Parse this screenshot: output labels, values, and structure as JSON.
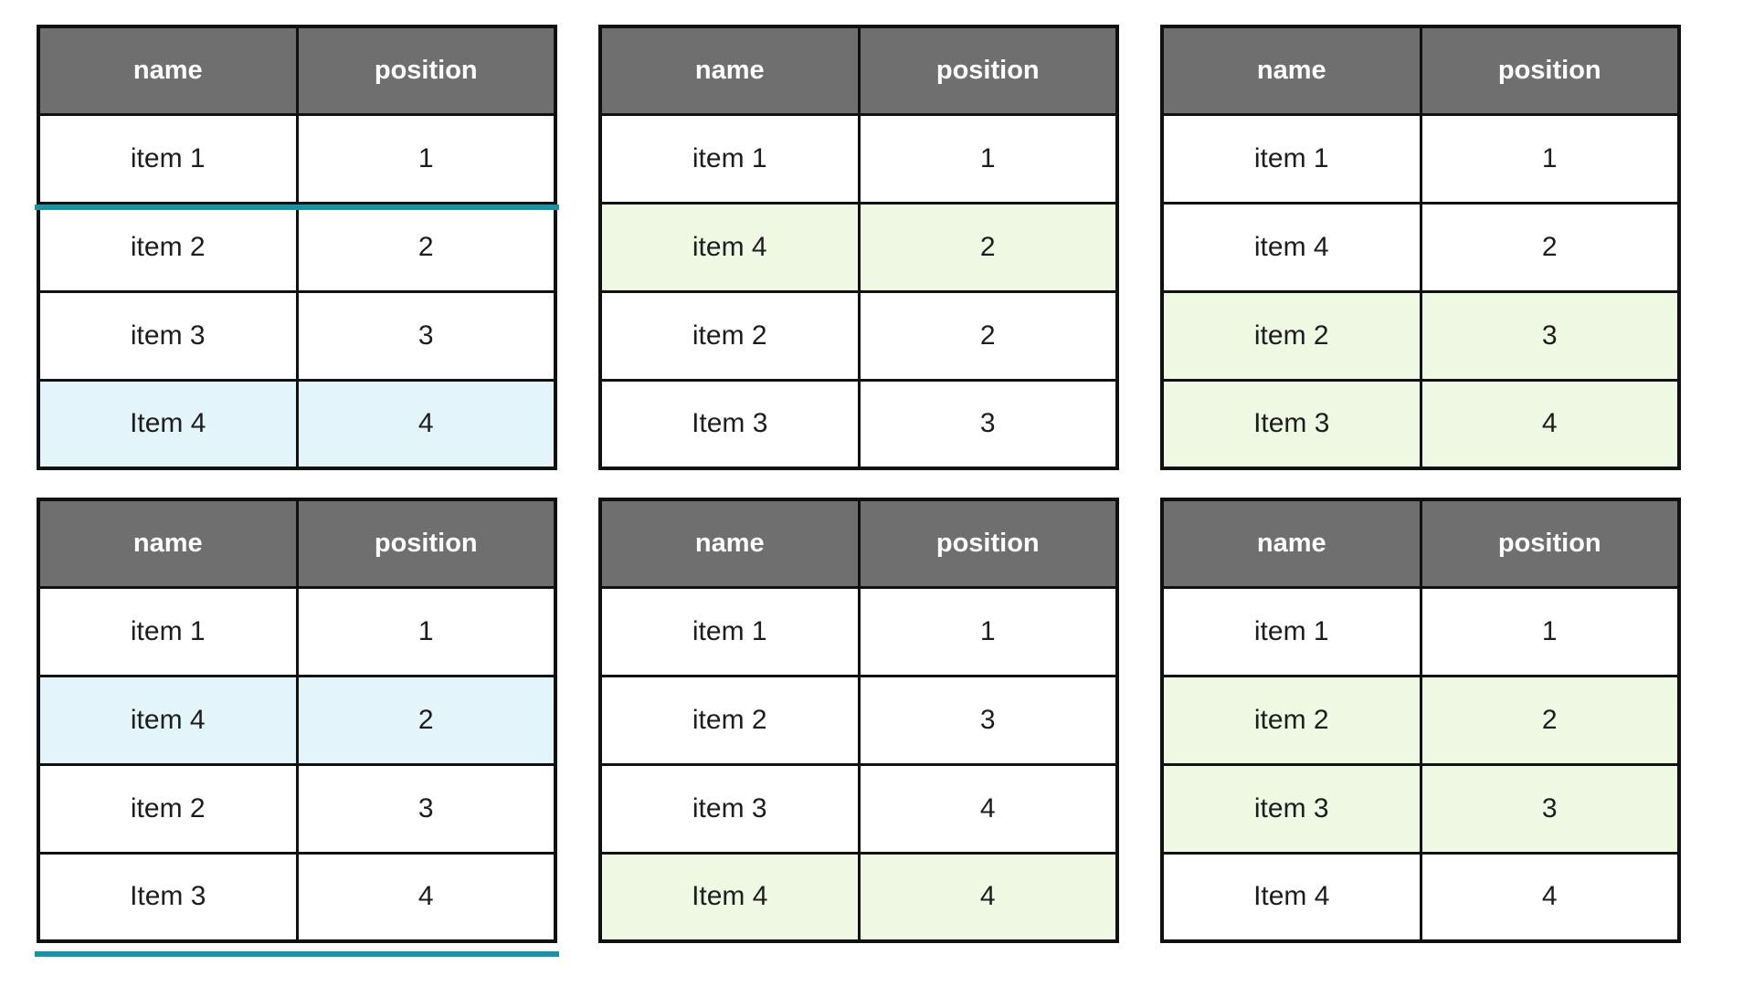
{
  "columns": [
    "name",
    "position"
  ],
  "colors": {
    "page_background": "#ffffff",
    "header_bg": "#6f6f6f",
    "header_text": "#ffffff",
    "border": "#111111",
    "cell_text": "#1d1d1d",
    "highlight_blue": "#e4f4fb",
    "highlight_green": "#eff8e3",
    "drop_indicator": "#1793a7"
  },
  "tables": [
    {
      "id": "table-top-left",
      "drop_indicator_after_row": 1,
      "rows": [
        {
          "name": "item 1",
          "position": "1",
          "highlight": "none"
        },
        {
          "name": "item 2",
          "position": "2",
          "highlight": "none"
        },
        {
          "name": "item 3",
          "position": "3",
          "highlight": "none"
        },
        {
          "name": "Item 4",
          "position": "4",
          "highlight": "blue"
        }
      ]
    },
    {
      "id": "table-top-middle",
      "drop_indicator_after_row": null,
      "rows": [
        {
          "name": "item 1",
          "position": "1",
          "highlight": "none"
        },
        {
          "name": "item 4",
          "position": "2",
          "highlight": "green"
        },
        {
          "name": "item 2",
          "position": "2",
          "highlight": "none"
        },
        {
          "name": "Item 3",
          "position": "3",
          "highlight": "none"
        }
      ]
    },
    {
      "id": "table-top-right",
      "drop_indicator_after_row": null,
      "rows": [
        {
          "name": "item 1",
          "position": "1",
          "highlight": "none"
        },
        {
          "name": "item 4",
          "position": "2",
          "highlight": "none"
        },
        {
          "name": "item 2",
          "position": "3",
          "highlight": "green"
        },
        {
          "name": "Item 3",
          "position": "4",
          "highlight": "green"
        }
      ]
    },
    {
      "id": "table-bottom-left",
      "drop_indicator_after_row": 4,
      "rows": [
        {
          "name": "item 1",
          "position": "1",
          "highlight": "none"
        },
        {
          "name": "item 4",
          "position": "2",
          "highlight": "blue"
        },
        {
          "name": "item 2",
          "position": "3",
          "highlight": "none"
        },
        {
          "name": "Item 3",
          "position": "4",
          "highlight": "none"
        }
      ]
    },
    {
      "id": "table-bottom-middle",
      "drop_indicator_after_row": null,
      "rows": [
        {
          "name": "item 1",
          "position": "1",
          "highlight": "none"
        },
        {
          "name": "item 2",
          "position": "3",
          "highlight": "none"
        },
        {
          "name": "item 3",
          "position": "4",
          "highlight": "none"
        },
        {
          "name": "Item 4",
          "position": "4",
          "highlight": "green"
        }
      ]
    },
    {
      "id": "table-bottom-right",
      "drop_indicator_after_row": null,
      "rows": [
        {
          "name": "item 1",
          "position": "1",
          "highlight": "none"
        },
        {
          "name": "item 2",
          "position": "2",
          "highlight": "green"
        },
        {
          "name": "item 3",
          "position": "3",
          "highlight": "green"
        },
        {
          "name": "Item 4",
          "position": "4",
          "highlight": "none"
        }
      ]
    }
  ]
}
